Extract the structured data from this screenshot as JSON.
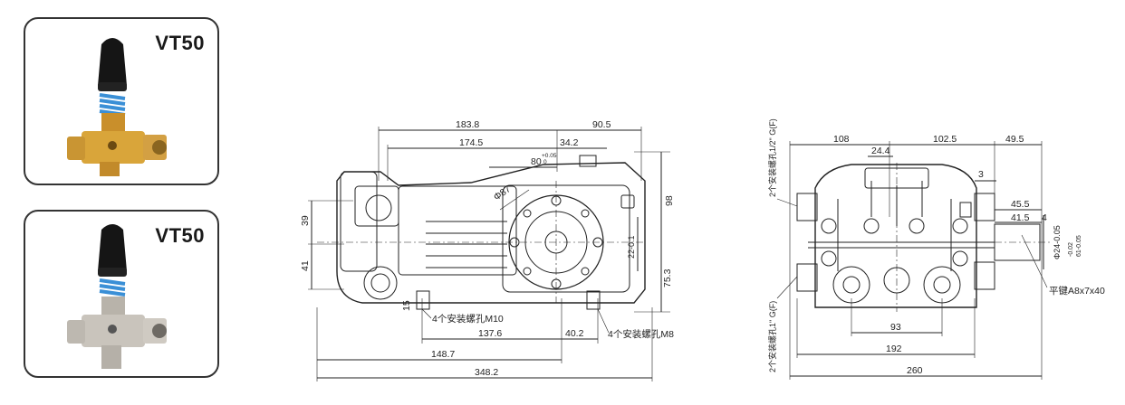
{
  "products": [
    {
      "label": "VT50",
      "finish": "brass"
    },
    {
      "label": "VT50",
      "finish": "nickel"
    }
  ],
  "colors": {
    "brass": "#d9a53a",
    "nickel": "#c9c4bc",
    "spring": "#3a8fd6",
    "knob": "#151515"
  },
  "side_view": {
    "dims": {
      "d183_8": "183.8",
      "d90_5": "90.5",
      "d174_5": "174.5",
      "d34_2": "34.2",
      "d80": "80",
      "tol_plus": "+0.05",
      "tol_zero": "0",
      "d98": "98",
      "d39": "39",
      "d41": "41",
      "d22_01": "22-0.1",
      "d75_3": "75.3",
      "d15": "15",
      "d137_6": "137.6",
      "d40_2": "40.2",
      "d148_7": "148.7",
      "d348_2": "348.2",
      "phi87": "Φ87"
    },
    "callouts": {
      "m10": "4个安装螺孔M10",
      "m8": "4个安装螺孔M8"
    }
  },
  "front_view": {
    "dims": {
      "d108": "108",
      "d102_5": "102.5",
      "d49_5": "49.5",
      "d24_4": "24.4",
      "d3": "3",
      "d45_5": "45.5",
      "d41_5": "41.5",
      "d4": "4",
      "phi24": "Φ24-0.05",
      "tol1": "-0.02",
      "tol2": "61-0.05",
      "d93": "93",
      "d192": "192",
      "d260": "260"
    },
    "callouts": {
      "top_port": "2个安装螺孔1/2\" G(F)",
      "bottom_port": "2个安装螺孔1\" G(F)",
      "key": "平键A8x7x40"
    }
  }
}
